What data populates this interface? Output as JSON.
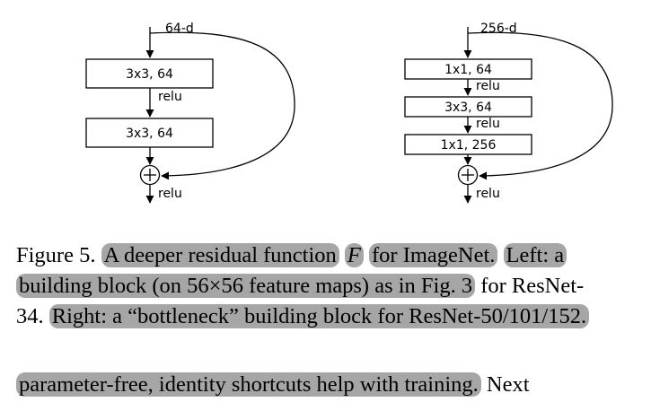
{
  "left_block": {
    "input_label": "64-d",
    "layer1": "3x3, 64",
    "act1": "relu",
    "layer2": "3x3, 64",
    "plus_symbol": "+",
    "out_act": "relu"
  },
  "right_block": {
    "input_label": "256-d",
    "layer1": "1x1, 64",
    "act1": "relu",
    "layer2": "3x3, 64",
    "act2": "relu",
    "layer3": "1x1, 256",
    "plus_symbol": "+",
    "out_act": "relu"
  },
  "caption": {
    "fig_label": "Figure 5.",
    "hl1": "A deeper residual function",
    "symbol_f": "F",
    "hl2": "for ImageNet.",
    "hl3": "Left: a",
    "hl4": "building block (on 56×56 feature maps) as in Fig. 3",
    "plain1": "for ResNet-",
    "plain2": "34.",
    "hl5": "Right: a “bottleneck” building block for ResNet-50/101/152."
  },
  "body_text": {
    "hl": "parameter-free, identity shortcuts help with training.",
    "plain": "Next"
  },
  "colors": {
    "highlight": "#a6a6a6",
    "stroke": "#000000"
  }
}
